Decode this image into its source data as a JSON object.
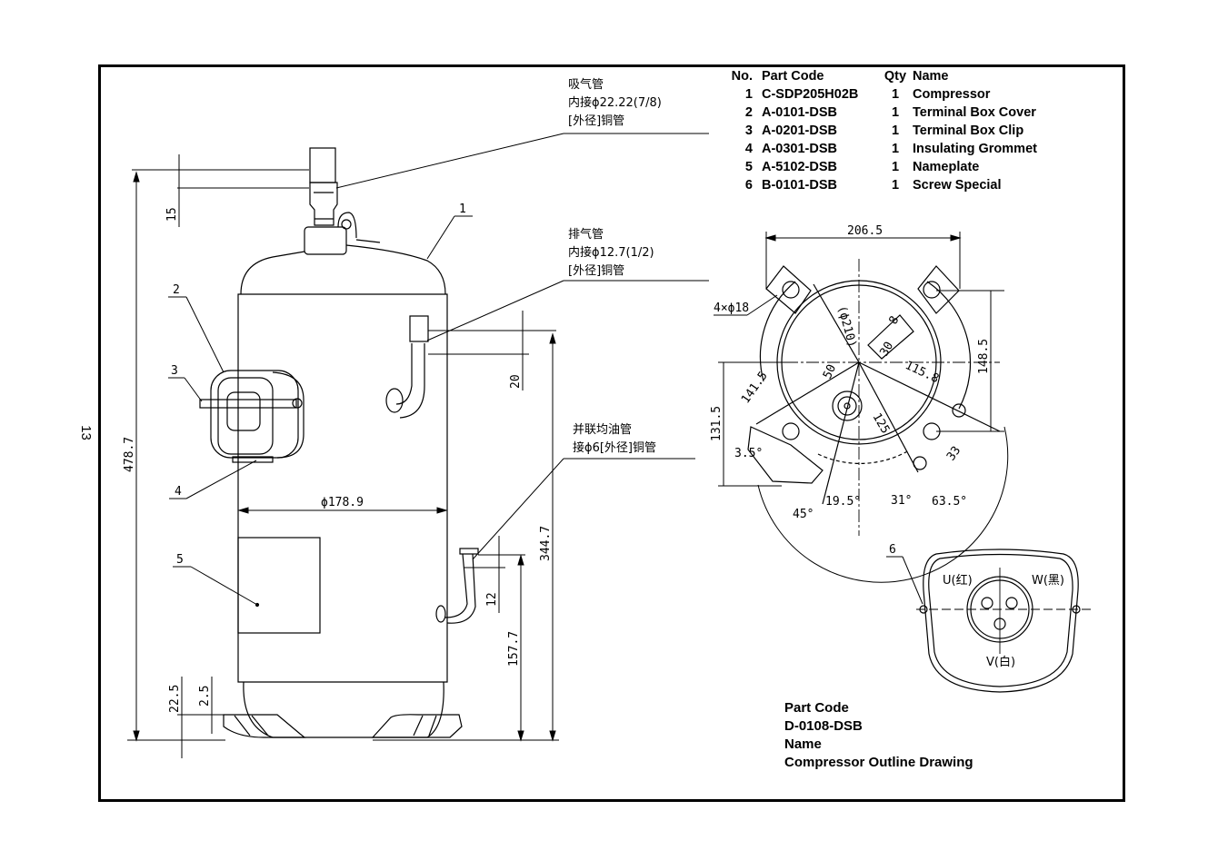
{
  "page_number": "13",
  "parts_table": {
    "headers": [
      "No.",
      "Part  Code",
      "Qty",
      "Name"
    ],
    "rows": [
      {
        "no": "1",
        "code": "C-SDP205H02B",
        "qty": "1",
        "name": "Compressor"
      },
      {
        "no": "2",
        "code": "A-0101-DSB",
        "qty": "1",
        "name": "Terminal Box Cover"
      },
      {
        "no": "3",
        "code": "A-0201-DSB",
        "qty": "1",
        "name": "Terminal Box Clip"
      },
      {
        "no": "4",
        "code": "A-0301-DSB",
        "qty": "1",
        "name": "Insulating  Grommet"
      },
      {
        "no": "5",
        "code": "A-5102-DSB",
        "qty": "1",
        "name": "Nameplate"
      },
      {
        "no": "6",
        "code": "B-0101-DSB",
        "qty": "1",
        "name": "Screw Special"
      }
    ]
  },
  "title_block": {
    "part_code_label": "Part  Code",
    "part_code": "D-0108-DSB",
    "name_label": "Name",
    "name": "Compressor  Outline  Drawing"
  },
  "annotations": {
    "suction": {
      "line1": "吸气管",
      "line2": "内接ϕ22.22(7/8)",
      "line3": "[外径]铜管"
    },
    "discharge": {
      "line1": "排气管",
      "line2": "内接ϕ12.7(1/2)",
      "line3": "[外径]铜管"
    },
    "oil_equalizer": {
      "line1": "并联均油管",
      "line2": "接ϕ6[外径]铜管"
    }
  },
  "callouts": [
    "1",
    "2",
    "3",
    "4",
    "5",
    "6"
  ],
  "side_view_dims": {
    "overall_height": "478.7",
    "suction_stub": "15",
    "discharge_stub": "20",
    "discharge_height": "344.7",
    "oil_pipe_stub": "12",
    "oil_pipe_height": "157.7",
    "shell_diameter": "ϕ178.9",
    "foot_height": "22.5",
    "foot_thickness": "2.5"
  },
  "plan_view_dims": {
    "mount_span_x": "206.5",
    "mount_span_y": "148.5",
    "mount_holes": "4×ϕ18",
    "pcd": "(ϕ210)",
    "d8": "8",
    "d30": "30",
    "d115_8": "115.8",
    "d50": "50",
    "d141_5": "141.5",
    "d125": "125",
    "d131_5": "131.5",
    "d33": "33",
    "ang3_5": "3.5°",
    "ang19_5": "19.5°",
    "ang31": "31°",
    "ang63_5": "63.5°",
    "ang45": "45°"
  },
  "terminal_labels": {
    "u": "U(红)",
    "w": "W(黑)",
    "v": "V(白)"
  }
}
